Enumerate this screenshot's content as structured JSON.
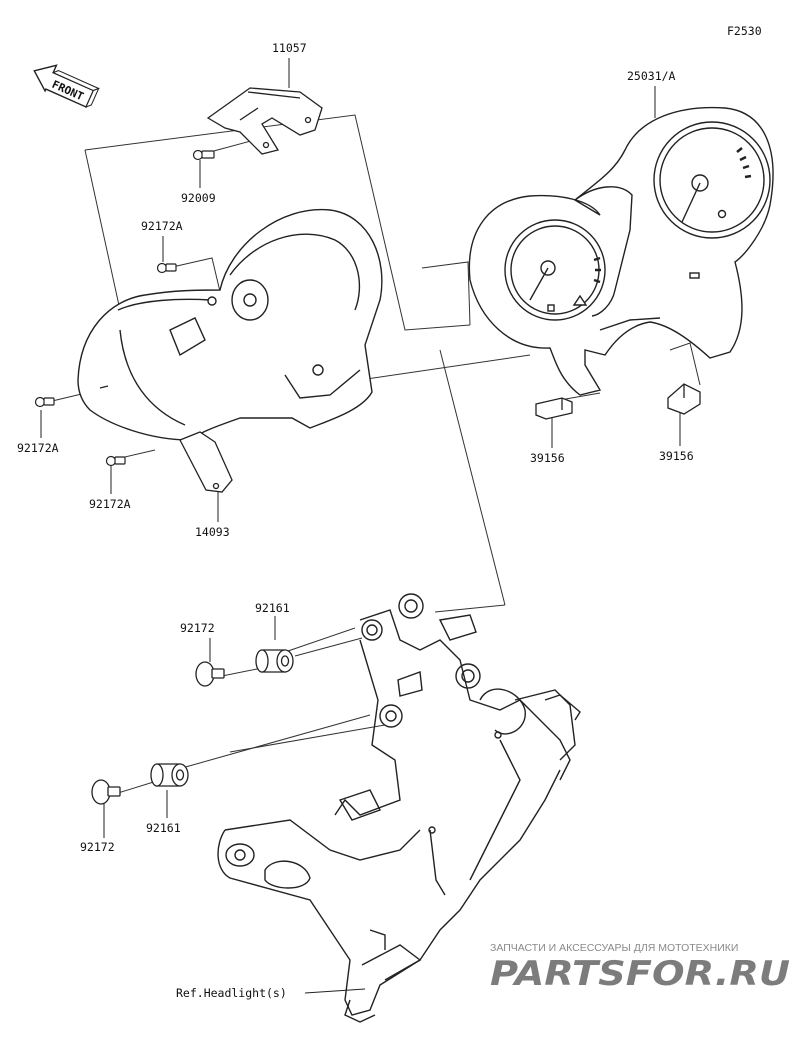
{
  "diagram": {
    "figure_code": "F2530",
    "front_marker": "FRONT",
    "parts": {
      "p11057": "11057",
      "p25031a": "25031/A",
      "p92009": "92009",
      "p92172a_top": "92172A",
      "p92172a_left": "92172A",
      "p92172a_bottom": "92172A",
      "p14093": "14093",
      "p39156_left": "39156",
      "p39156_right": "39156",
      "p92161_top": "92161",
      "p92172_top": "92172",
      "p92161_bottom": "92161",
      "p92172_bottom": "92172",
      "ref_headlight": "Ref.Headlight(s)"
    }
  },
  "watermark": {
    "tagline": "ЗАПЧАСТИ И АКСЕССУАРЫ ДЛЯ МОТОТЕХНИКИ",
    "logo": "PARTSFOR.RU"
  },
  "colors": {
    "line": "#222222",
    "watermark_red": "#e8352d",
    "watermark_gray": "#8a8a8a"
  }
}
